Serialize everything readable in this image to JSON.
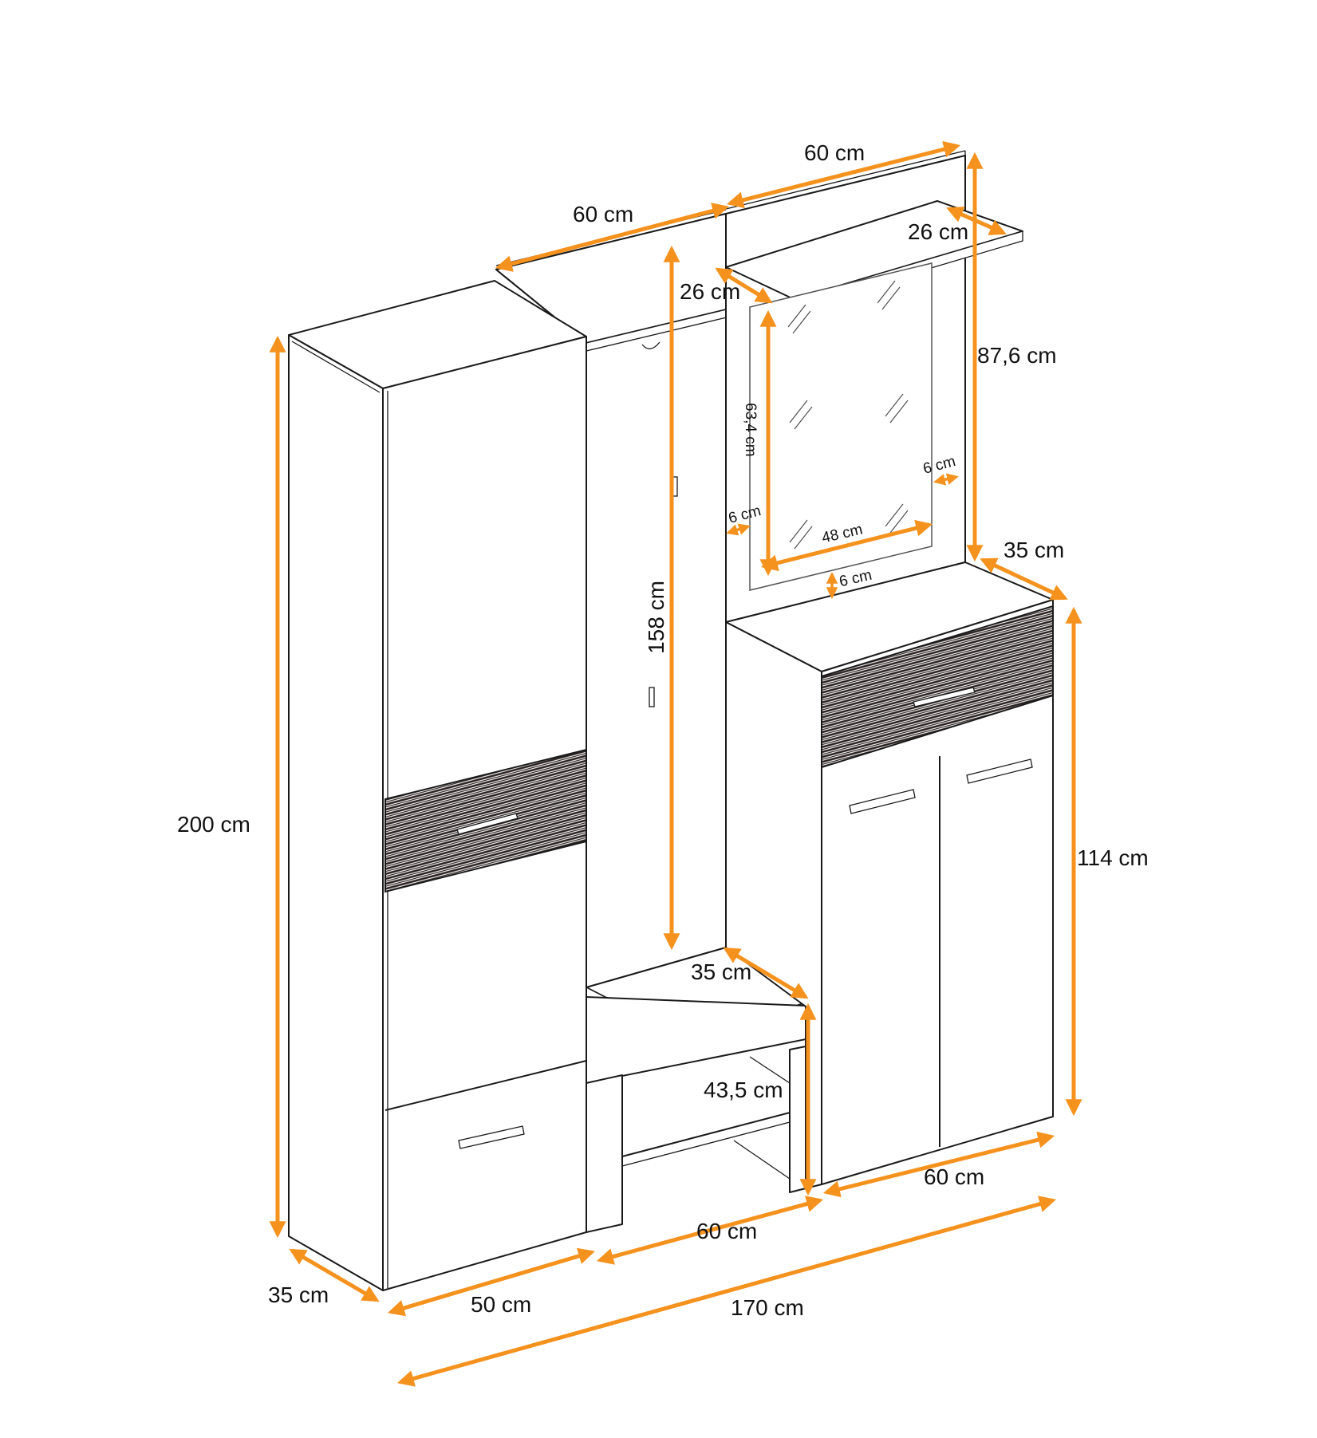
{
  "title": "Hallway furniture set – dimension drawing",
  "units": "cm",
  "colors": {
    "accent": "#f5921e",
    "line": "#1a1a1a",
    "background": "#ffffff"
  },
  "components": [
    {
      "name": "Tall wardrobe",
      "width": "50 cm",
      "depth": "35 cm",
      "height": "200 cm"
    },
    {
      "name": "Coat-hook panel with top shelf",
      "width": "60 cm",
      "shelf_depth": "26 cm",
      "height": "158 cm"
    },
    {
      "name": "Bench",
      "width": "60 cm",
      "depth": "35 cm",
      "height": "43,5 cm"
    },
    {
      "name": "Mirror panel with top shelf",
      "width": "60 cm",
      "shelf_depth": "26 cm",
      "height": "87,6 cm",
      "mirror": {
        "width": "48 cm",
        "height": "63,4 cm",
        "border": "6 cm"
      }
    },
    {
      "name": "Shoe cabinet",
      "width": "60 cm",
      "depth": "35 cm",
      "height": "114 cm"
    }
  ],
  "total_width": "170 cm",
  "labels": {
    "wardrobe_height": "200 cm",
    "wardrobe_depth": "35 cm",
    "wardrobe_width": "50 cm",
    "hook_panel_width": "60 cm",
    "hook_panel_shelf_depth": "26 cm",
    "hook_panel_height": "158 cm",
    "mirror_panel_width": "60 cm",
    "mirror_panel_shelf_depth": "26 cm",
    "mirror_panel_height": "87,6 cm",
    "mirror_height": "63,4 cm",
    "mirror_border_left": "6 cm",
    "mirror_border_right": "6 cm",
    "mirror_border_bottom": "6 cm",
    "mirror_width": "48 cm",
    "shoe_cabinet_depth": "35 cm",
    "shoe_cabinet_height": "114 cm",
    "shoe_cabinet_width": "60 cm",
    "bench_depth": "35 cm",
    "bench_height": "43,5 cm",
    "bench_width": "60 cm",
    "total_width": "170 cm"
  }
}
